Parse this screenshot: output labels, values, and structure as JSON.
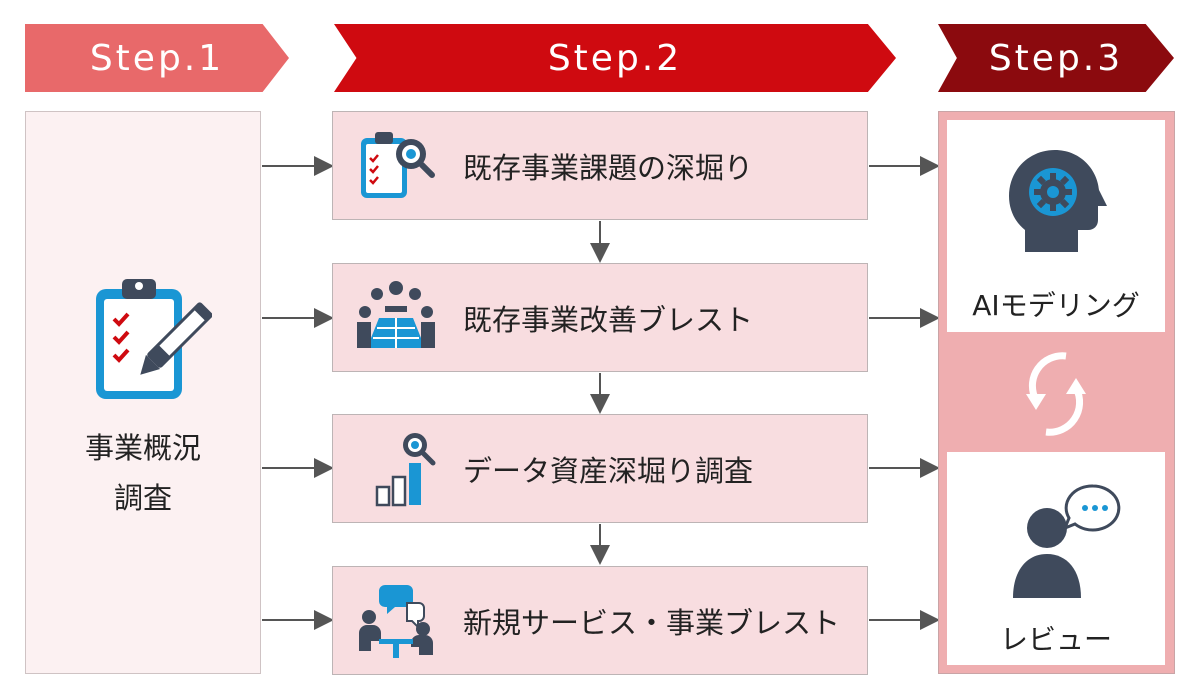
{
  "steps": {
    "step1": "Step.1",
    "step2": "Step.2",
    "step3": "Step.3"
  },
  "step1_box": {
    "label_line1": "事業概況",
    "label_line2": "調査"
  },
  "tasks": [
    {
      "label": "既存事業課題の深堀り",
      "icon": "clipboard-search-icon"
    },
    {
      "label": "既存事業改善ブレスト",
      "icon": "team-meeting-icon"
    },
    {
      "label": "データ資産深堀り調査",
      "icon": "data-chart-search-icon"
    },
    {
      "label": "新規サービス・事業ブレスト",
      "icon": "discussion-icon"
    }
  ],
  "step3_box": {
    "ai_modeling": {
      "label": "AIモデリング",
      "icon": "ai-head-gear-icon"
    },
    "cycle_icon": "cycle-arrows-icon",
    "review": {
      "label": "レビュー",
      "icon": "person-speech-icon"
    }
  },
  "colors": {
    "step1": "#e8696a",
    "step2": "#cf0a10",
    "step3": "#8b0a0e",
    "task_bg": "#f8dde0",
    "step3_bg": "#efaeb0",
    "icon_blue": "#1a96d4",
    "icon_dark": "#3f4a5c"
  }
}
